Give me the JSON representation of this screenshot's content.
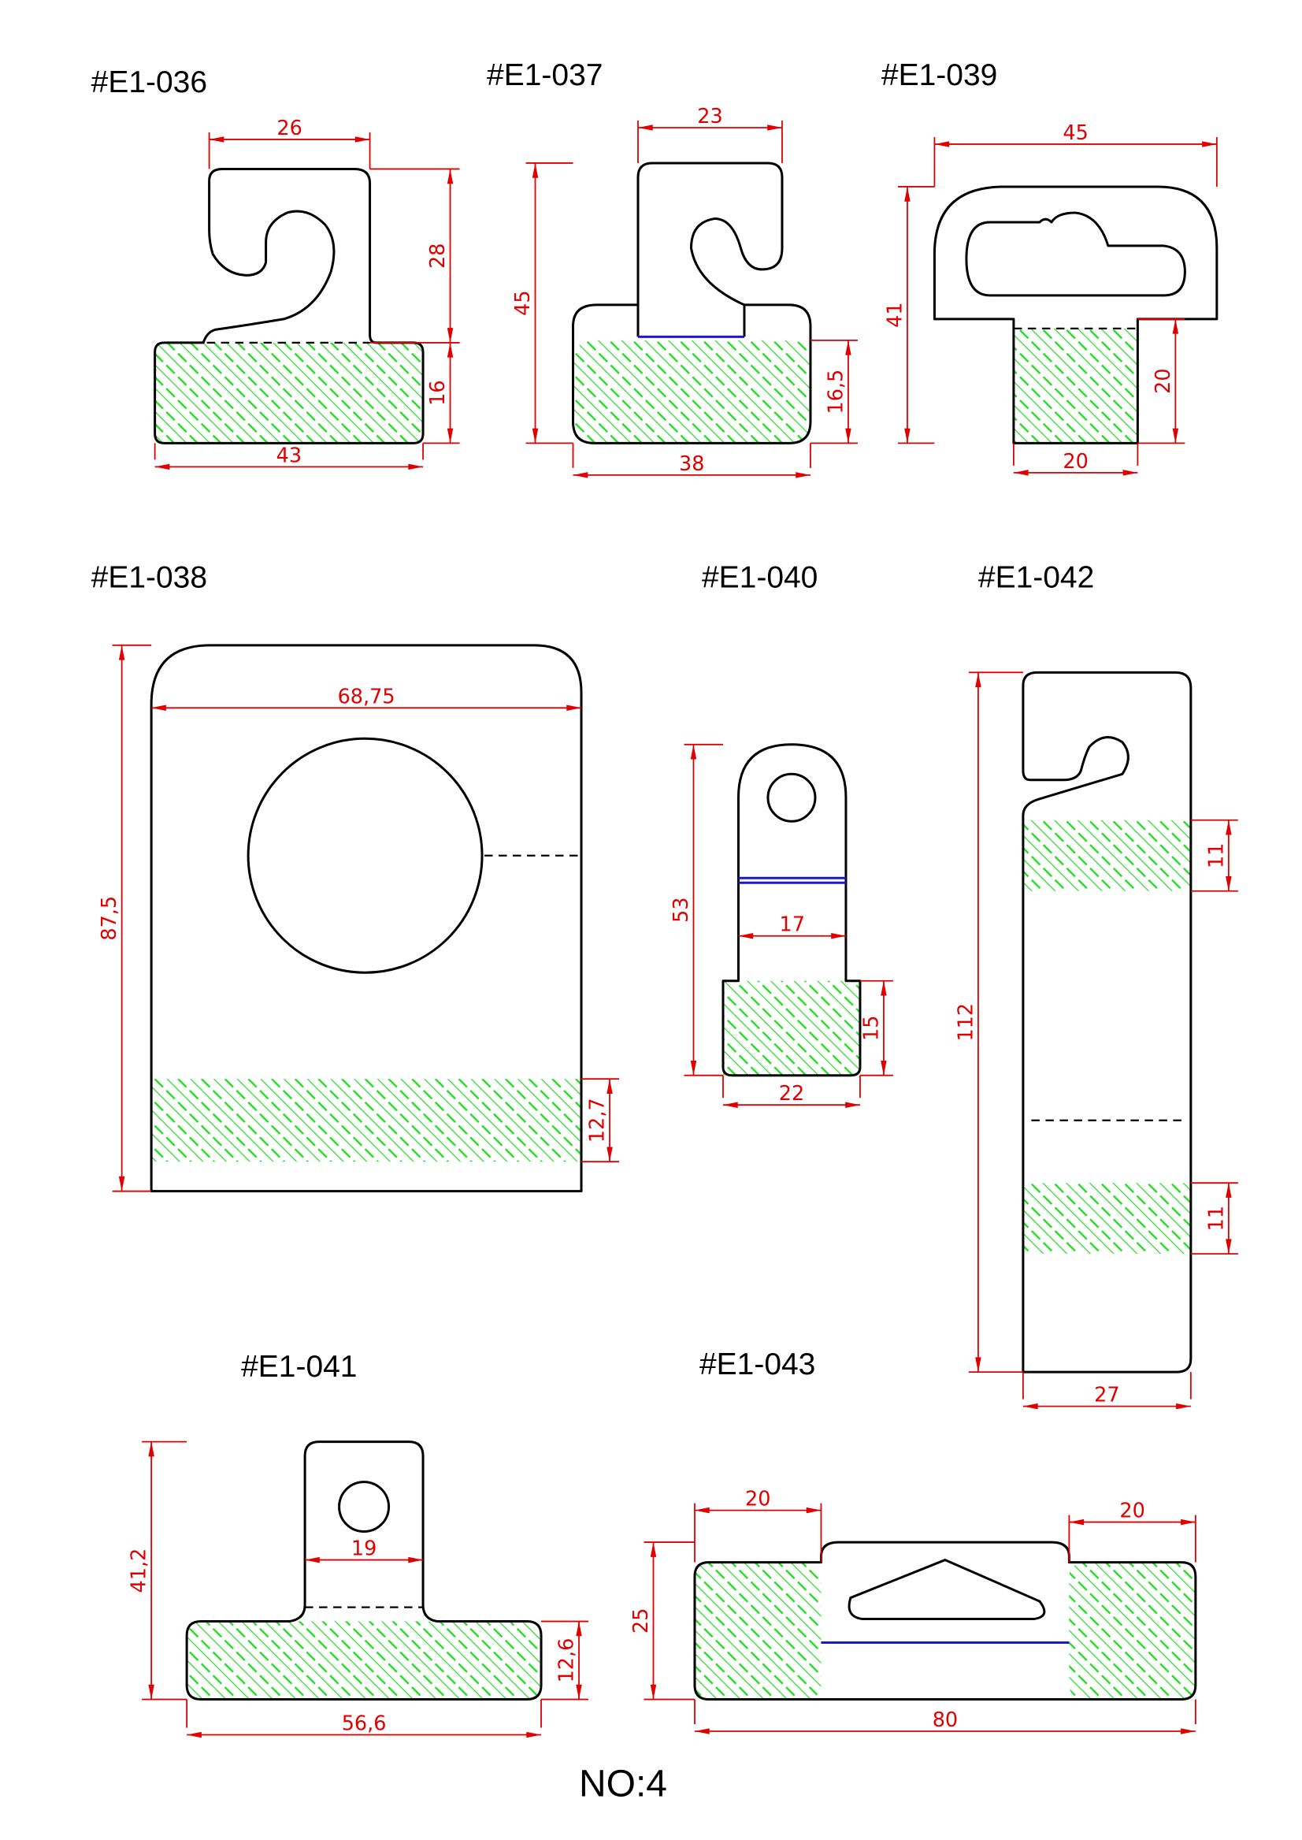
{
  "parts": [
    {
      "id": "E1-036",
      "title": "#E1-036",
      "dims": [
        "26",
        "28",
        "16",
        "43"
      ]
    },
    {
      "id": "E1-037",
      "title": "#E1-037",
      "dims": [
        "23",
        "45",
        "16,5",
        "38"
      ]
    },
    {
      "id": "E1-039",
      "title": "#E1-039",
      "dims": [
        "45",
        "41",
        "20",
        "20"
      ]
    },
    {
      "id": "E1-038",
      "title": "#E1-038",
      "dims": [
        "68,75",
        "87,5",
        "12,7"
      ]
    },
    {
      "id": "E1-040",
      "title": "#E1-040",
      "dims": [
        "53",
        "17",
        "15",
        "22"
      ]
    },
    {
      "id": "E1-042",
      "title": "#E1-042",
      "dims": [
        "112",
        "11",
        "11",
        "27"
      ]
    },
    {
      "id": "E1-041",
      "title": "#E1-041",
      "dims": [
        "41,2",
        "19",
        "12,6",
        "56,6"
      ]
    },
    {
      "id": "E1-043",
      "title": "#E1-043",
      "dims": [
        "20",
        "20",
        "25",
        "80"
      ]
    }
  ],
  "footer": "NO:4",
  "colors": {
    "dimension": "#e00000",
    "hatch": "#22dd22",
    "outline": "#000000",
    "fold_line": "#1a1acc"
  }
}
